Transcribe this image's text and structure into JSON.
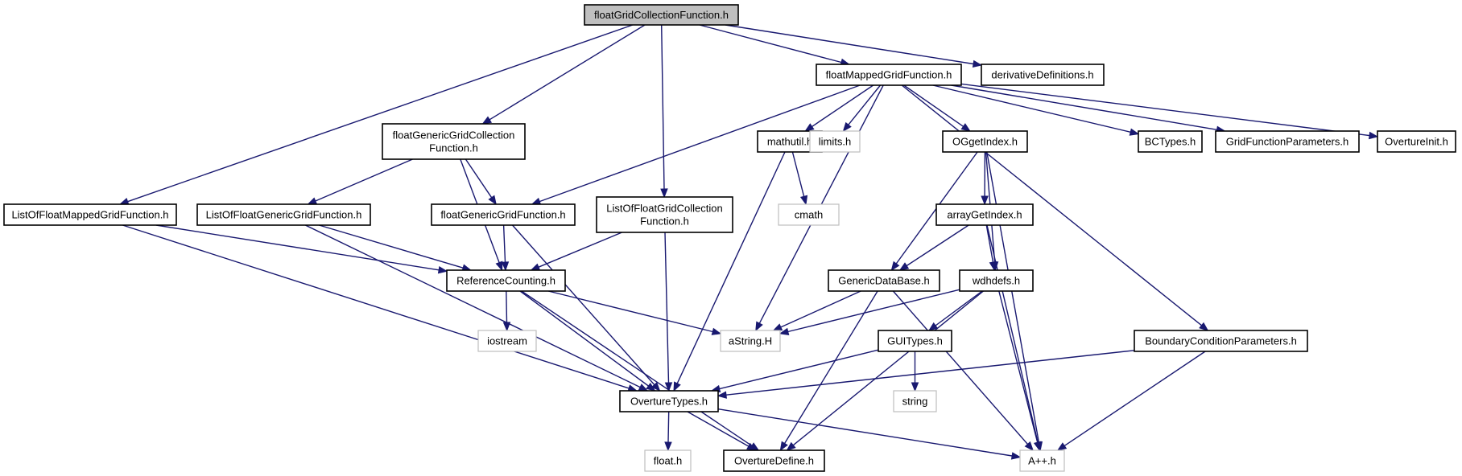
{
  "nodes": {
    "root": {
      "label": [
        "floatGridCollectionFunction.h"
      ]
    },
    "fmgf": {
      "label": [
        "floatMappedGridFunction.h"
      ]
    },
    "deriv": {
      "label": [
        "derivativeDefinitions.h"
      ]
    },
    "fggcf": {
      "label": [
        "floatGenericGridCollection",
        "Function.h"
      ]
    },
    "mathutil": {
      "label": [
        "mathutil.h"
      ]
    },
    "limits": {
      "label": [
        "limits.h"
      ]
    },
    "oggetindex": {
      "label": [
        "OGgetIndex.h"
      ]
    },
    "bctypes": {
      "label": [
        "BCTypes.h"
      ]
    },
    "gfp": {
      "label": [
        "GridFunctionParameters.h"
      ]
    },
    "ovinit": {
      "label": [
        "OvertureInit.h"
      ]
    },
    "lofmgf": {
      "label": [
        "ListOfFloatMappedGridFunction.h"
      ]
    },
    "lofggf": {
      "label": [
        "ListOfFloatGenericGridFunction.h"
      ]
    },
    "fggf": {
      "label": [
        "floatGenericGridFunction.h"
      ]
    },
    "lofgcf": {
      "label": [
        "ListOfFloatGridCollection",
        "Function.h"
      ]
    },
    "cmath": {
      "label": [
        "cmath"
      ]
    },
    "arraygetindex": {
      "label": [
        "arrayGetIndex.h"
      ]
    },
    "refcount": {
      "label": [
        "ReferenceCounting.h"
      ]
    },
    "gendb": {
      "label": [
        "GenericDataBase.h"
      ]
    },
    "wdhdefs": {
      "label": [
        "wdhdefs.h"
      ]
    },
    "iostream": {
      "label": [
        "iostream"
      ]
    },
    "astring": {
      "label": [
        "aString.H"
      ]
    },
    "guitypes": {
      "label": [
        "GUITypes.h"
      ]
    },
    "bcparams": {
      "label": [
        "BoundaryConditionParameters.h"
      ]
    },
    "string": {
      "label": [
        "string"
      ]
    },
    "ovtypes": {
      "label": [
        "OvertureTypes.h"
      ]
    },
    "floath": {
      "label": [
        "float.h"
      ]
    },
    "ovdefine": {
      "label": [
        "OvertureDefine.h"
      ]
    },
    "app": {
      "label": [
        "A++.h"
      ]
    }
  },
  "edges": [
    [
      "root",
      "fmgf"
    ],
    [
      "root",
      "deriv"
    ],
    [
      "root",
      "fggcf"
    ],
    [
      "root",
      "lofmgf"
    ],
    [
      "root",
      "lofgcf"
    ],
    [
      "fmgf",
      "mathutil"
    ],
    [
      "fmgf",
      "limits"
    ],
    [
      "fmgf",
      "oggetindex"
    ],
    [
      "fmgf",
      "bctypes"
    ],
    [
      "fmgf",
      "gfp"
    ],
    [
      "fmgf",
      "ovinit"
    ],
    [
      "fmgf",
      "fggf"
    ],
    [
      "fmgf",
      "astring"
    ],
    [
      "fmgf",
      "bcparams"
    ],
    [
      "fggcf",
      "lofggf"
    ],
    [
      "fggcf",
      "fggf"
    ],
    [
      "fggcf",
      "refcount"
    ],
    [
      "lofmgf",
      "refcount"
    ],
    [
      "lofmgf",
      "ovtypes"
    ],
    [
      "lofggf",
      "refcount"
    ],
    [
      "lofggf",
      "ovtypes"
    ],
    [
      "fggf",
      "refcount"
    ],
    [
      "fggf",
      "ovtypes"
    ],
    [
      "lofgcf",
      "refcount"
    ],
    [
      "lofgcf",
      "ovtypes"
    ],
    [
      "mathutil",
      "cmath"
    ],
    [
      "mathutil",
      "ovtypes"
    ],
    [
      "oggetindex",
      "arraygetindex"
    ],
    [
      "oggetindex",
      "gendb"
    ],
    [
      "oggetindex",
      "wdhdefs"
    ],
    [
      "oggetindex",
      "app"
    ],
    [
      "arraygetindex",
      "gendb"
    ],
    [
      "arraygetindex",
      "wdhdefs"
    ],
    [
      "arraygetindex",
      "app"
    ],
    [
      "refcount",
      "iostream"
    ],
    [
      "refcount",
      "astring"
    ],
    [
      "refcount",
      "ovtypes"
    ],
    [
      "refcount",
      "ovdefine"
    ],
    [
      "gendb",
      "astring"
    ],
    [
      "gendb",
      "ovdefine"
    ],
    [
      "gendb",
      "app"
    ],
    [
      "wdhdefs",
      "astring"
    ],
    [
      "wdhdefs",
      "guitypes"
    ],
    [
      "wdhdefs",
      "ovdefine"
    ],
    [
      "wdhdefs",
      "app"
    ],
    [
      "guitypes",
      "string"
    ],
    [
      "guitypes",
      "ovtypes"
    ],
    [
      "bcparams",
      "ovtypes"
    ],
    [
      "bcparams",
      "app"
    ],
    [
      "ovtypes",
      "floath"
    ],
    [
      "ovtypes",
      "ovdefine"
    ],
    [
      "ovtypes",
      "app"
    ]
  ]
}
